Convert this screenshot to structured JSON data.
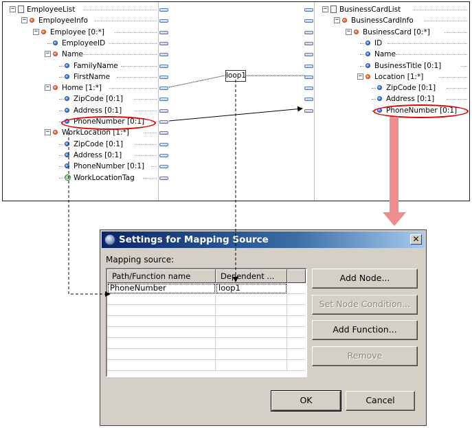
{
  "source_tree": {
    "nodes": [
      {
        "label": "EmployeeList",
        "icon": "document-icon"
      },
      {
        "label": "EmployeeInfo",
        "icon": "element-icon"
      },
      {
        "label": "Employee [0:*]",
        "icon": "element-icon"
      },
      {
        "label": "EmployeeID",
        "icon": "attribute-icon"
      },
      {
        "label": "Name",
        "icon": "element-icon"
      },
      {
        "label": "FamilyName",
        "icon": "attribute-icon"
      },
      {
        "label": "FirstName",
        "icon": "attribute-icon"
      },
      {
        "label": "Home [1:*]",
        "icon": "element-icon"
      },
      {
        "label": "ZipCode [0:1]",
        "icon": "attribute-icon"
      },
      {
        "label": "Address [0:1]",
        "icon": "attribute-icon"
      },
      {
        "label": "PhoneNumber [0:1]",
        "icon": "attribute-icon"
      },
      {
        "label": "WorkLocation [1:*]",
        "icon": "element-icon"
      },
      {
        "label": "ZipCode [0:1]",
        "icon": "attribute-icon"
      },
      {
        "label": "Address [0:1]",
        "icon": "attribute-icon"
      },
      {
        "label": "PhoneNumber [0:1]",
        "icon": "attribute-icon"
      },
      {
        "label": "WorkLocationTag",
        "icon": "tag-icon"
      }
    ]
  },
  "target_tree": {
    "nodes": [
      {
        "label": "BusinessCardList",
        "icon": "document-icon"
      },
      {
        "label": "BusinessCardInfo",
        "icon": "element-icon"
      },
      {
        "label": "BusinessCard [0:*]",
        "icon": "element-icon"
      },
      {
        "label": "ID",
        "icon": "attribute-icon"
      },
      {
        "label": "Name",
        "icon": "attribute-icon"
      },
      {
        "label": "BusinessTitle [0:1]",
        "icon": "attribute-icon"
      },
      {
        "label": "Location [1:*]",
        "icon": "element-icon"
      },
      {
        "label": "ZipCode [0:1]",
        "icon": "attribute-icon"
      },
      {
        "label": "Address [0:1]",
        "icon": "attribute-icon"
      },
      {
        "label": "PhoneNumber [0:1]",
        "icon": "attribute-icon"
      }
    ]
  },
  "loop_node": {
    "label": "loop1"
  },
  "dialog": {
    "title": "Settings for Mapping Source",
    "close_glyph": "✕",
    "mapping_source_label": "Mapping source:",
    "columns": [
      "Path/Function name",
      "Dependent ..."
    ],
    "rows": [
      {
        "path": "PhoneNumber",
        "dependent": "loop1"
      }
    ],
    "buttons": {
      "add_node": "Add Node...",
      "set_node_condition": "Set Node Condition...",
      "add_function": "Add Function...",
      "remove": "Remove",
      "ok": "OK",
      "cancel": "Cancel"
    }
  },
  "colors": {
    "highlight": "#e00000",
    "callout_arrow": "#f08c8c",
    "titlebar_start": "#0a246a",
    "titlebar_end": "#a6caf0"
  }
}
